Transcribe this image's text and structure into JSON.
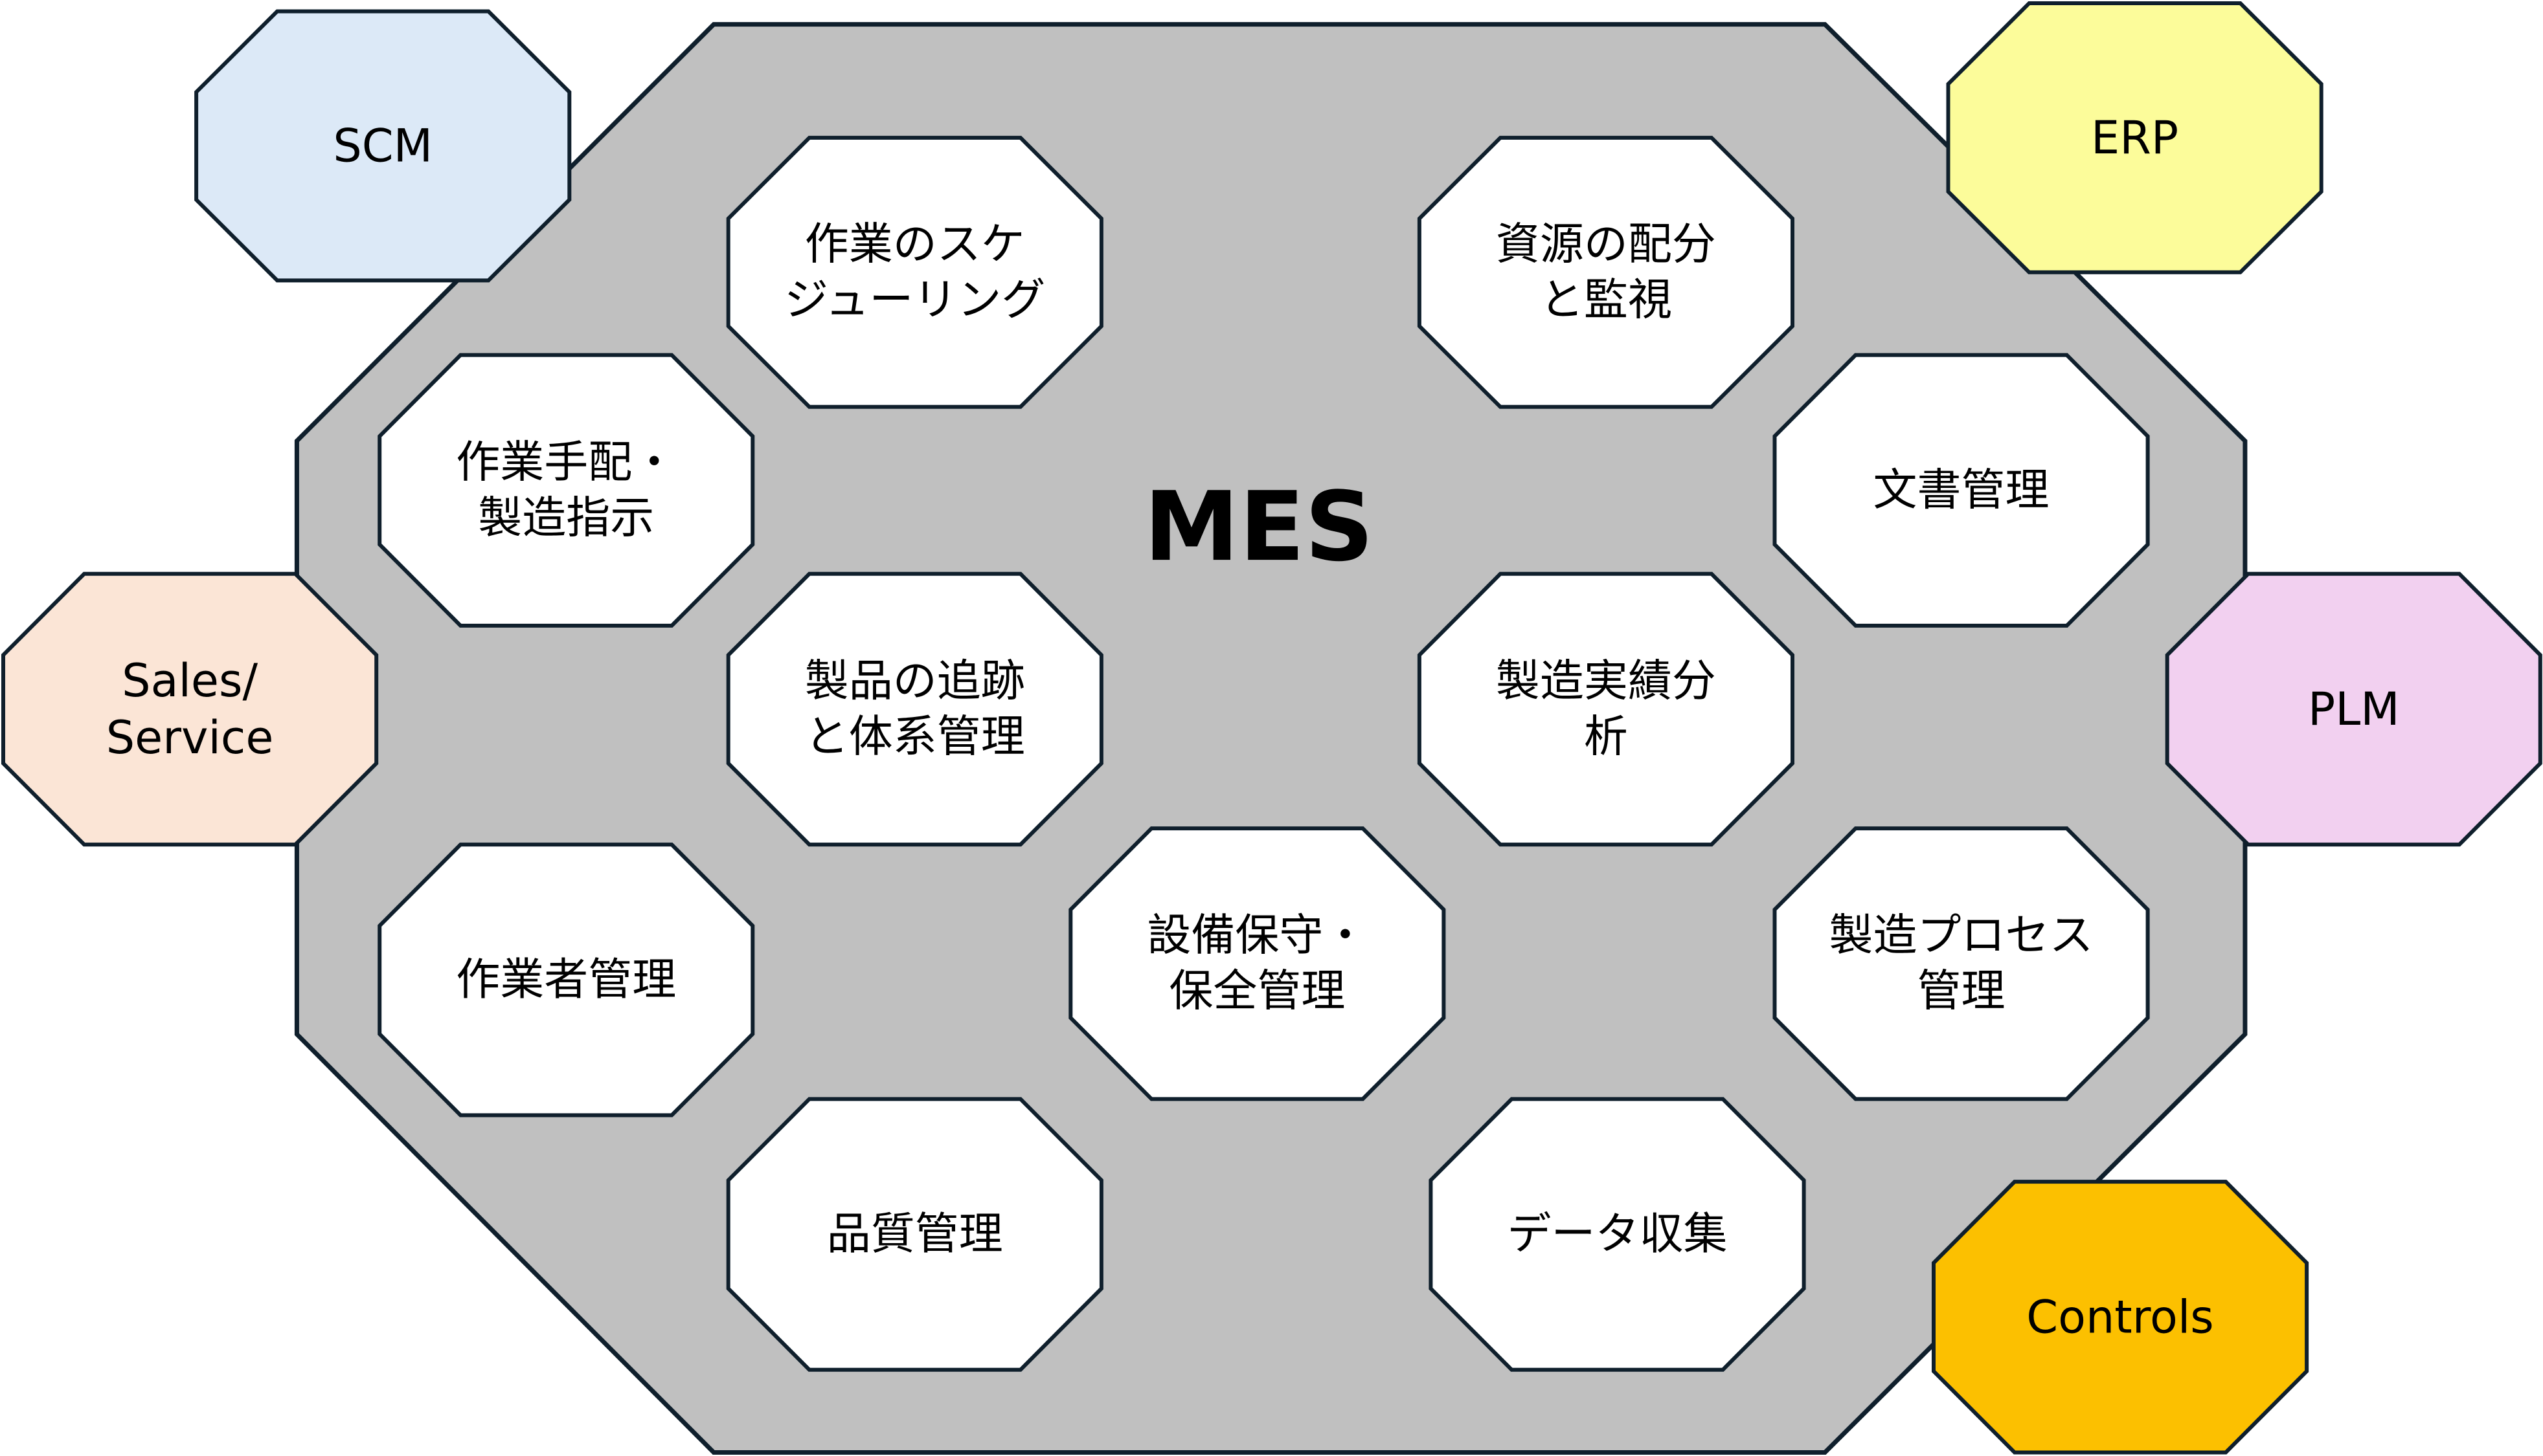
{
  "mes": {
    "label": "MES",
    "fill": "#c0c0c0"
  },
  "functions": [
    {
      "id": "scheduling",
      "lines": [
        "作業のスケ",
        "ジューリング"
      ]
    },
    {
      "id": "resource",
      "lines": [
        "資源の配分",
        "と監視"
      ]
    },
    {
      "id": "dispatch",
      "lines": [
        "作業手配・",
        "製造指示"
      ]
    },
    {
      "id": "document",
      "lines": [
        "文書管理"
      ]
    },
    {
      "id": "tracking",
      "lines": [
        "製品の追跡",
        "と体系管理"
      ]
    },
    {
      "id": "analysis",
      "lines": [
        "製造実績分",
        "析"
      ]
    },
    {
      "id": "labor",
      "lines": [
        "作業者管理"
      ]
    },
    {
      "id": "maintenance",
      "lines": [
        "設備保守・",
        "保全管理"
      ]
    },
    {
      "id": "process",
      "lines": [
        "製造プロセス",
        "管理"
      ]
    },
    {
      "id": "quality",
      "lines": [
        "品質管理"
      ]
    },
    {
      "id": "data",
      "lines": [
        "データ収集"
      ]
    }
  ],
  "externals": [
    {
      "id": "scm",
      "lines": [
        "SCM"
      ],
      "fill": "#dce9f7"
    },
    {
      "id": "erp",
      "lines": [
        "ERP"
      ],
      "fill": "#fcfc9a"
    },
    {
      "id": "sales",
      "lines": [
        "Sales/",
        "Service"
      ],
      "fill": "#fbe5d6"
    },
    {
      "id": "plm",
      "lines": [
        "PLM"
      ],
      "fill": "#f2d0f0"
    },
    {
      "id": "controls",
      "lines": [
        "Controls"
      ],
      "fill": "#fcc000"
    }
  ],
  "colors": {
    "stroke": "#0f1f2c",
    "function_fill": "#ffffff"
  }
}
